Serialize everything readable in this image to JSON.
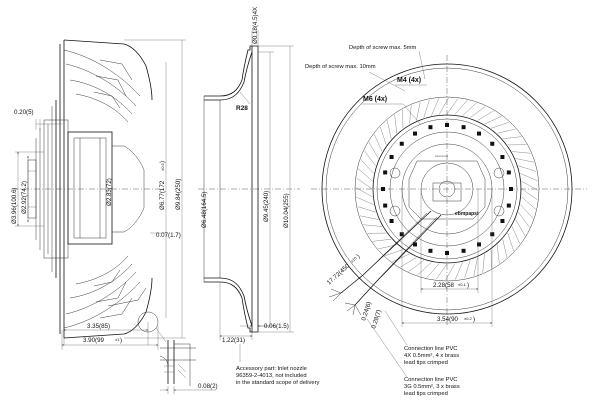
{
  "colors": {
    "line": "#111111",
    "background": "#ffffff"
  },
  "side_view": {
    "dims": {
      "d_010": "0.20(5)",
      "d_396": "Ø3.96(100.6)",
      "d_292": "Ø2.92(74.2)",
      "d_283": "Ø2.83(72)",
      "d_677": "Ø6.77(172",
      "d_677_tol": "±0.5",
      "d_984": "Ø9.84(250)",
      "d_007": "0.07(1.7)",
      "d_335": "3.35(85)",
      "d_390": "3.90(99",
      "d_390_tol": "±1",
      "d_008": "0.08(2)"
    }
  },
  "nozzle_view": {
    "dims": {
      "d_018": "Ø0.18(4.5)4X",
      "r28": "R28",
      "d_648": "Ø6.48(164.5)",
      "d_945": "Ø9.45(240)",
      "d_1004": "Ø10.04(255)",
      "d_122": "1.22(31)",
      "d_006": "0.06(1.5)"
    },
    "note_lines": [
      "Accessory part: Inlet nozzle",
      "96359-2-4013, not included",
      "in the standard scope of delivery"
    ]
  },
  "front_view": {
    "screw_depth_5": "Depth of screw max. 5mm",
    "screw_depth_10": "Depth of screw max. 10mm",
    "m4": "M4 (4x)",
    "m6": "M6 (4x)",
    "brand": "ebmpapst",
    "d_1772": "17.72(450",
    "d_1772_tol": "±10",
    "d_024": "0.24(6)",
    "d_028": "0.28(7)",
    "d_228": "2.28(58",
    "d_228_tol": "±0.1",
    "d_354": "3.54(90",
    "d_354_tol": "±0.2",
    "conn1": [
      "Connection line PVC",
      "4X 0.5mm², 4 x brass",
      "lead tips crimped"
    ],
    "conn2": [
      "Connection line PVC",
      "3G 0.5mm², 3 x brass",
      "lead tips crimped"
    ]
  }
}
